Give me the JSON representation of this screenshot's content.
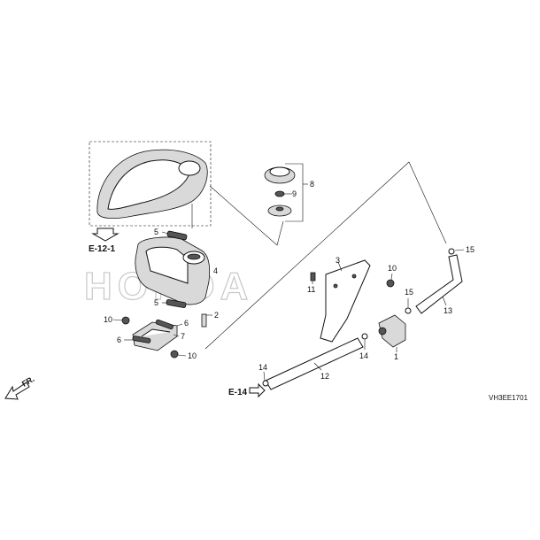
{
  "watermark": "HONDA",
  "drawing_code": "VH3EE1701",
  "references": [
    "E-12-1",
    "E-14"
  ],
  "direction_label": "FR.",
  "callouts": [
    "1",
    "2",
    "3",
    "4",
    "5",
    "5",
    "6",
    "6",
    "7",
    "8",
    "9",
    "10",
    "10",
    "10",
    "11",
    "12",
    "13",
    "14",
    "14",
    "15",
    "15"
  ]
}
